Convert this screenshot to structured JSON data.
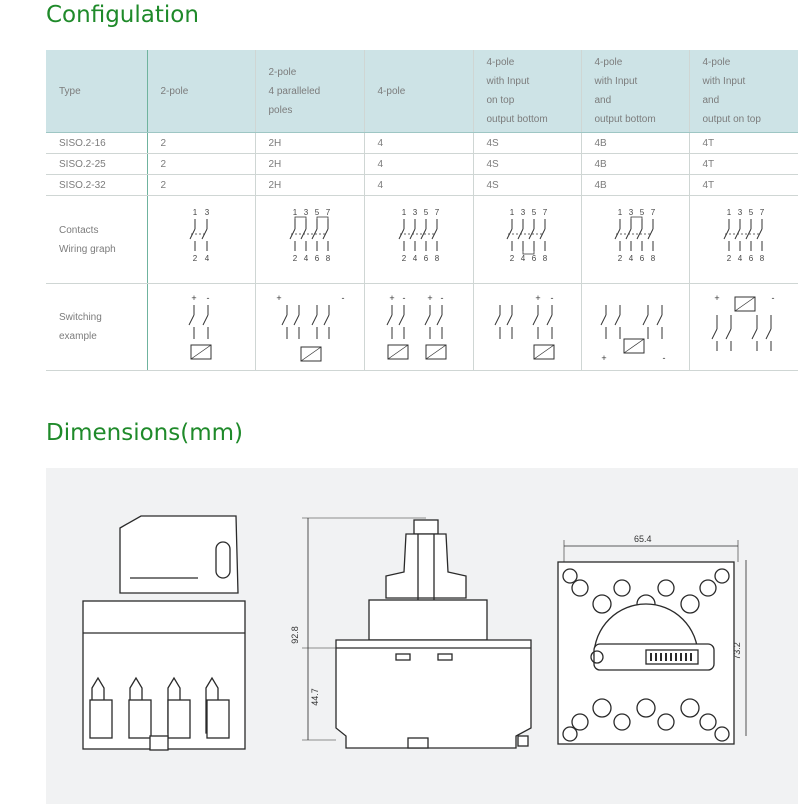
{
  "heading_config": "Configulation",
  "heading_dims": "Dimensions(mm)",
  "table": {
    "header": [
      "Type",
      "2-pole",
      "2-pole\n4 paralleled\npoles",
      "4-pole",
      "4-pole\nwith Input\non top\noutput bottom",
      "4-pole\nwith Input\nand\noutput bottom",
      "4-pole\nwith Input\nand\noutput on top"
    ],
    "rows": [
      [
        "SISO.2-16",
        "2",
        "2H",
        "4",
        "4S",
        "4B",
        "4T"
      ],
      [
        "SISO.2-25",
        "2",
        "2H",
        "4",
        "4S",
        "4B",
        "4T"
      ],
      [
        "SISO.2-32",
        "2",
        "2H",
        "4",
        "4S",
        "4B",
        "4T"
      ]
    ],
    "contacts_label": "Contacts\nWiring graph",
    "switching_label": "Switching\nexample",
    "wiring_top_2": [
      "1",
      "3"
    ],
    "wiring_bottom_2": [
      "2",
      "4"
    ],
    "wiring_top_4": [
      "1",
      "3",
      "5",
      "7"
    ],
    "wiring_bottom_4": [
      "2",
      "4",
      "6",
      "8"
    ],
    "plus": "+",
    "minus": "-"
  },
  "dimensions": {
    "width": "65.4",
    "height_total": "92.8",
    "height_lower": "44.7",
    "height_front": "73.2"
  }
}
